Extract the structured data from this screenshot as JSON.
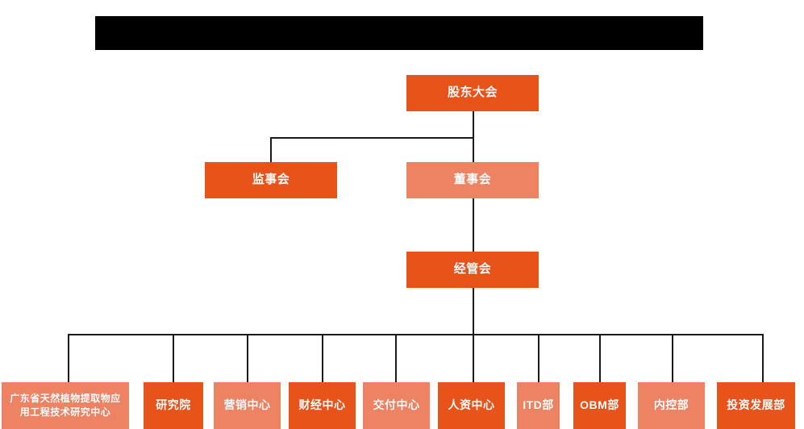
{
  "diagram": {
    "type": "org-chart",
    "title_banner": {
      "label": "",
      "color": "#000000",
      "note": "redacted-black-bar"
    },
    "colors": {
      "node_dark": "#E8531A",
      "node_light": "#ED8362",
      "connector": "#1a1a1a",
      "background": "#ffffff",
      "text": "#ffffff"
    },
    "levels": [
      {
        "level": 1,
        "nodes": [
          {
            "id": "shareholders",
            "label": "股东大会",
            "shade": "dark"
          }
        ]
      },
      {
        "level": 2,
        "nodes": [
          {
            "id": "supervisors",
            "label": "监事会",
            "shade": "dark"
          },
          {
            "id": "directors",
            "label": "董事会",
            "shade": "light"
          }
        ]
      },
      {
        "level": 3,
        "nodes": [
          {
            "id": "management",
            "label": "经管会",
            "shade": "dark"
          }
        ]
      },
      {
        "level": 4,
        "nodes": [
          {
            "id": "research-center",
            "label": "广东省天然植物提取物应用工程技术研究中心",
            "shade": "light"
          },
          {
            "id": "research-institute",
            "label": "研究院",
            "shade": "dark"
          },
          {
            "id": "marketing-center",
            "label": "营销中心",
            "shade": "light"
          },
          {
            "id": "finance-center",
            "label": "财经中心",
            "shade": "dark"
          },
          {
            "id": "delivery-center",
            "label": "交付中心",
            "shade": "light"
          },
          {
            "id": "hr-center",
            "label": "人资中心",
            "shade": "dark"
          },
          {
            "id": "itd-dept",
            "label": "ITD部",
            "shade": "light"
          },
          {
            "id": "obm-dept",
            "label": "OBM部",
            "shade": "dark"
          },
          {
            "id": "internal-control-dept",
            "label": "内控部",
            "shade": "light"
          },
          {
            "id": "investment-dev-dept",
            "label": "投资发展部",
            "shade": "dark"
          }
        ]
      }
    ]
  }
}
